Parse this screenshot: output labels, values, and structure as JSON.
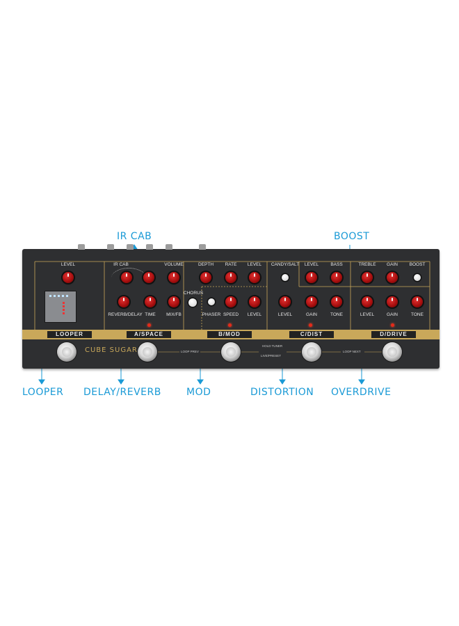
{
  "callouts": {
    "ir_cab": "IR CAB",
    "boost": "BOOST",
    "looper": "LOOPER",
    "delay_reverb": "DELAY/REVERB",
    "mod": "MOD",
    "distortion": "DISTORTION",
    "overdrive": "OVERDRIVE"
  },
  "pedal": {
    "brand": "CUBE SUGAR",
    "sections": {
      "looper": "LOOPER",
      "a": "A/SPACE",
      "b": "B/MOD",
      "c": "C/DIST",
      "d": "D/DRIVE"
    },
    "labels": {
      "level": "LEVEL",
      "ir_cab": "IR CAB",
      "volume": "VOLUME",
      "reverb_delay": "REVERB/DELAY",
      "time": "TIME",
      "mix_fb": "MIX/FB",
      "depth": "DEPTH",
      "rate": "RATE",
      "chorus": "CHORUS",
      "phaser": "PHASER",
      "speed": "SPEED",
      "candy_salt": "CANDY/SALT",
      "bass": "BASS",
      "treble": "TREBLE",
      "gain": "GAIN",
      "boost": "BOOST",
      "tone": "TONE"
    },
    "footnotes": {
      "loop_prev": "LOOP PREV",
      "hold_tuner": "HOLD TUNER",
      "live_preset": "LIVE/PRESET",
      "loop_next": "LOOP NEXT"
    }
  },
  "colors": {
    "accent": "#1a9ad6",
    "gold": "#c9a85a",
    "knob": "#c01818",
    "body": "#2e2f31"
  }
}
